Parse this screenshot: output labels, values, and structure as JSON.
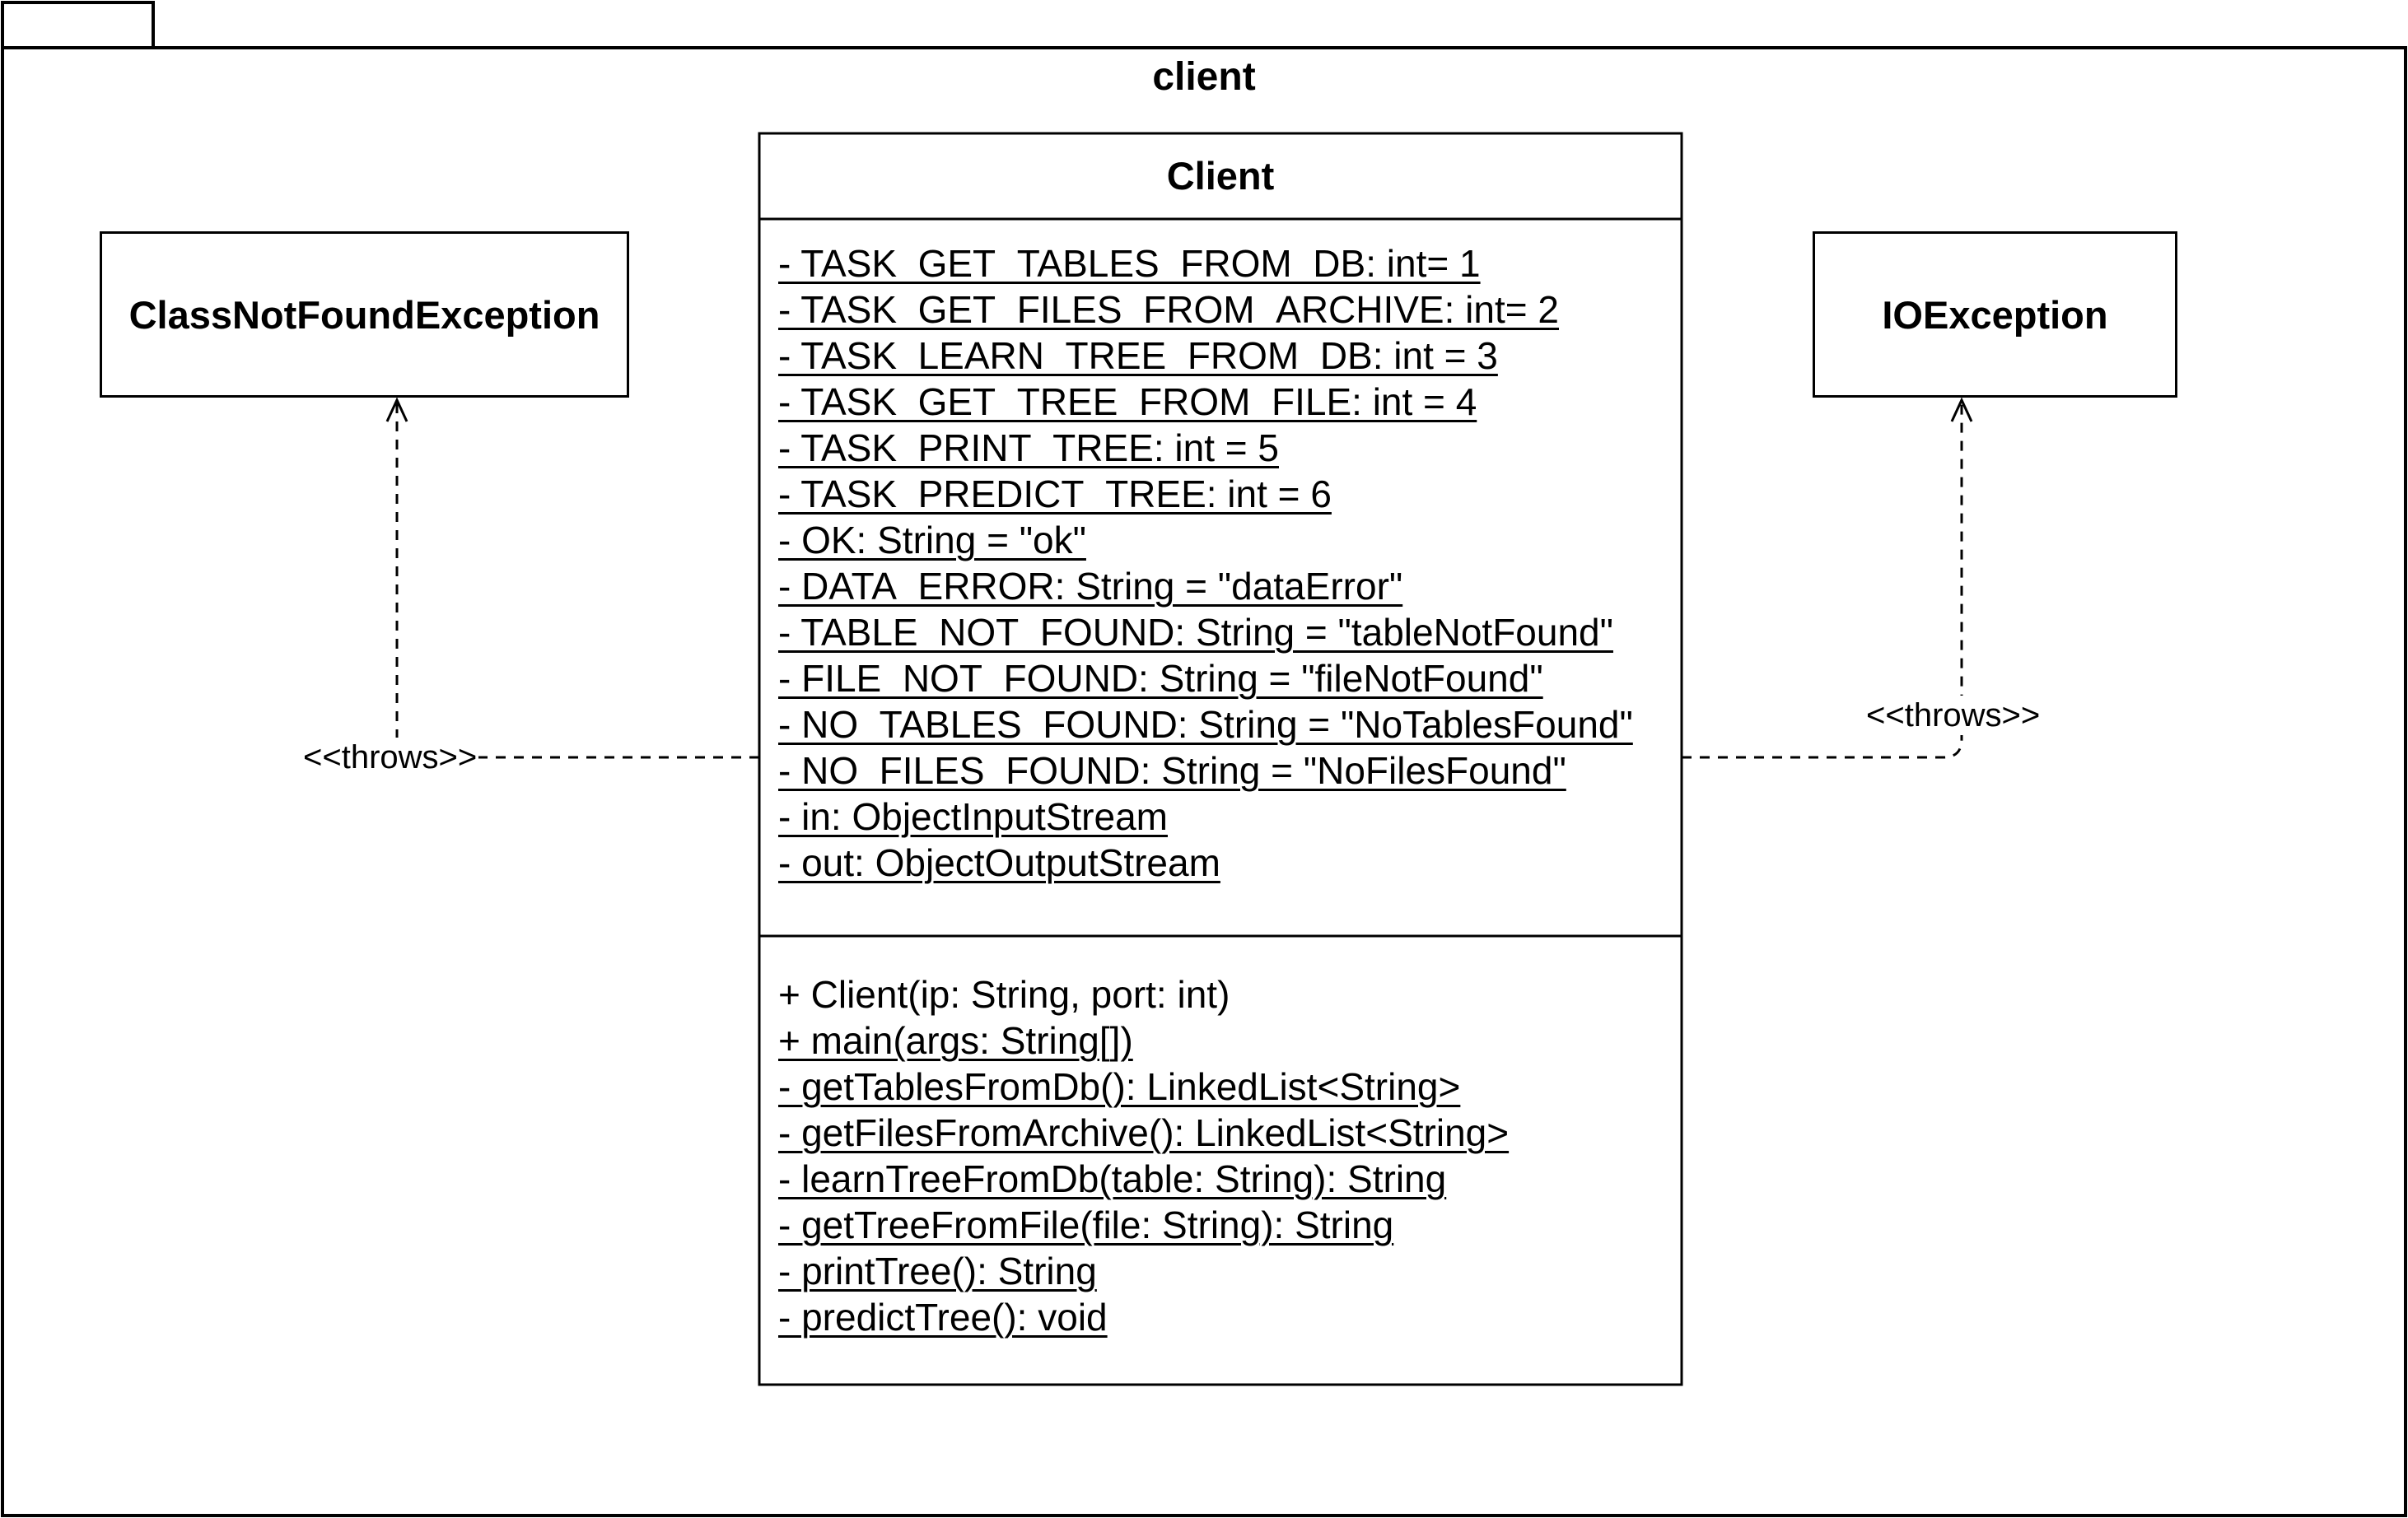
{
  "package": {
    "name": "client"
  },
  "classes": {
    "client": {
      "name": "Client",
      "attributes": [
        "- TASK_GET_TABLES_FROM_DB: int= 1",
        "- TASK_GET_FILES_FROM_ARCHIVE: int= 2",
        "- TASK_LEARN_TREE_FROM_DB: int = 3",
        "- TASK_GET_TREE_FROM_FILE: int = 4",
        "- TASK_PRINT_TREE: int = 5",
        "- TASK_PREDICT_TREE: int = 6",
        "- OK: String = \"ok\"",
        "- DATA_ERROR: String = \"dataError\"",
        "- TABLE_NOT_FOUND: String = \"tableNotFound\"",
        "- FILE_NOT_FOUND: String = \"fileNotFound\"",
        "- NO_TABLES_FOUND: String = \"NoTablesFound\"",
        "- NO_FILES_FOUND: String = \"NoFilesFound\"",
        "- in: ObjectInputStream",
        "- out: ObjectOutputStream"
      ],
      "operations": [
        "+ Client(ip: String, port: int)",
        "+ main(args: String[])",
        "- getTablesFromDb(): LinkedList<String>",
        "- getFilesFromArchive(): LinkedList<String>",
        "- learnTreeFromDb(table: String): String",
        "- getTreeFromFile(file: String): String",
        "- printTree(): String",
        "- predictTree(): void"
      ]
    },
    "class_not_found_exception": {
      "name": "ClassNotFoundException"
    },
    "io_exception": {
      "name": "IOException"
    }
  },
  "relations": {
    "throws_left": {
      "label": "<<throws>>"
    },
    "throws_right": {
      "label": "<<throws>>"
    }
  }
}
